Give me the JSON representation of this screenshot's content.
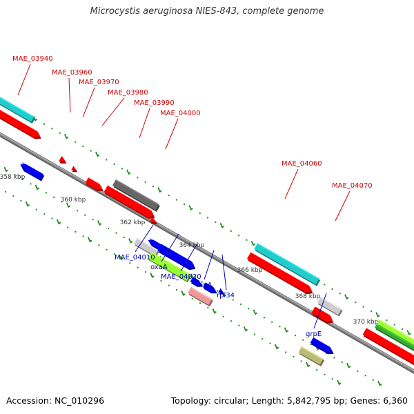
{
  "title": "Microcystis aeruginosa NIES-843, complete genome",
  "footer": {
    "accession": "Accession: NC_010296",
    "summary": "Topology: circular; Length: 5,842,795 bp; Genes: 6,360"
  },
  "colors": {
    "red": "#ff0000",
    "cyan": "#22cccc",
    "blue": "#0000ee",
    "gray": "#666666",
    "lightgray": "#cccccc",
    "lime": "#99ff33",
    "green": "#33aa33",
    "pink": "#ee9999",
    "olive": "#bbbb77",
    "tick": "#228822",
    "backbone": "#888888",
    "top_label": "#cc0000",
    "bottom_label": "#0000aa"
  },
  "ticks": [
    {
      "label": "358 kbp"
    },
    {
      "label": "360 kbp"
    },
    {
      "label": "362 kbp"
    },
    {
      "label": "364 kbp"
    },
    {
      "label": "366 kbp"
    },
    {
      "label": "368 kbp"
    },
    {
      "label": "370 kbp"
    }
  ],
  "top_labels": [
    {
      "text": "MAE_03940"
    },
    {
      "text": "MAE_03960"
    },
    {
      "text": "MAE_03970"
    },
    {
      "text": "MAE_03980"
    },
    {
      "text": "MAE_03990"
    },
    {
      "text": "MAE_04000"
    },
    {
      "text": "MAE_04060"
    },
    {
      "text": "MAE_04070"
    }
  ],
  "bottom_labels": [
    {
      "text": "MAE_04010"
    },
    {
      "text": "oxaA"
    },
    {
      "text": "MAE_04030"
    },
    {
      "text": "rnpA"
    },
    {
      "text": "rpl34"
    },
    {
      "text": "grpE"
    }
  ]
}
